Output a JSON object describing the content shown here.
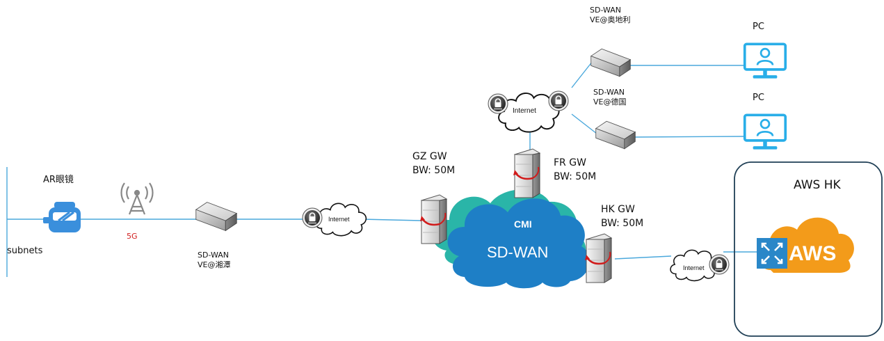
{
  "labels": {
    "subnets": "subnets",
    "ar_glasses": "AR眼镜",
    "fiveg": "5G",
    "ve_xiangtan_1": "SD-WAN",
    "ve_xiangtan_2": "VE@湘潭",
    "gz_gw_1": "GZ GW",
    "gz_gw_2": "BW: 50M",
    "fr_gw_1": "FR GW",
    "fr_gw_2": "BW: 50M",
    "hk_gw_1": "HK GW",
    "hk_gw_2": "BW: 50M",
    "ve_austria_1": "SD-WAN",
    "ve_austria_2": "VE@奥地利",
    "ve_germany_1": "SD-WAN",
    "ve_germany_2": "VE@德国",
    "pc_1": "PC",
    "pc_2": "PC",
    "aws_hk": "AWS HK",
    "cmi": "CMI",
    "sdwan_cloud": "SD-WAN",
    "internet_1": "Internet",
    "internet_2": "Internet",
    "internet_3": "Internet",
    "aws_logo": "AWS"
  },
  "colors": {
    "link_line": "#4aa8dc",
    "cloud_teal": "#2ab5a8",
    "cloud_blue": "#1e7fc6",
    "pc_blue": "#29aee8",
    "aws_orange": "#f39b1a",
    "aws_box_border": "#1f3f55",
    "label_red": "#d11c1c"
  }
}
